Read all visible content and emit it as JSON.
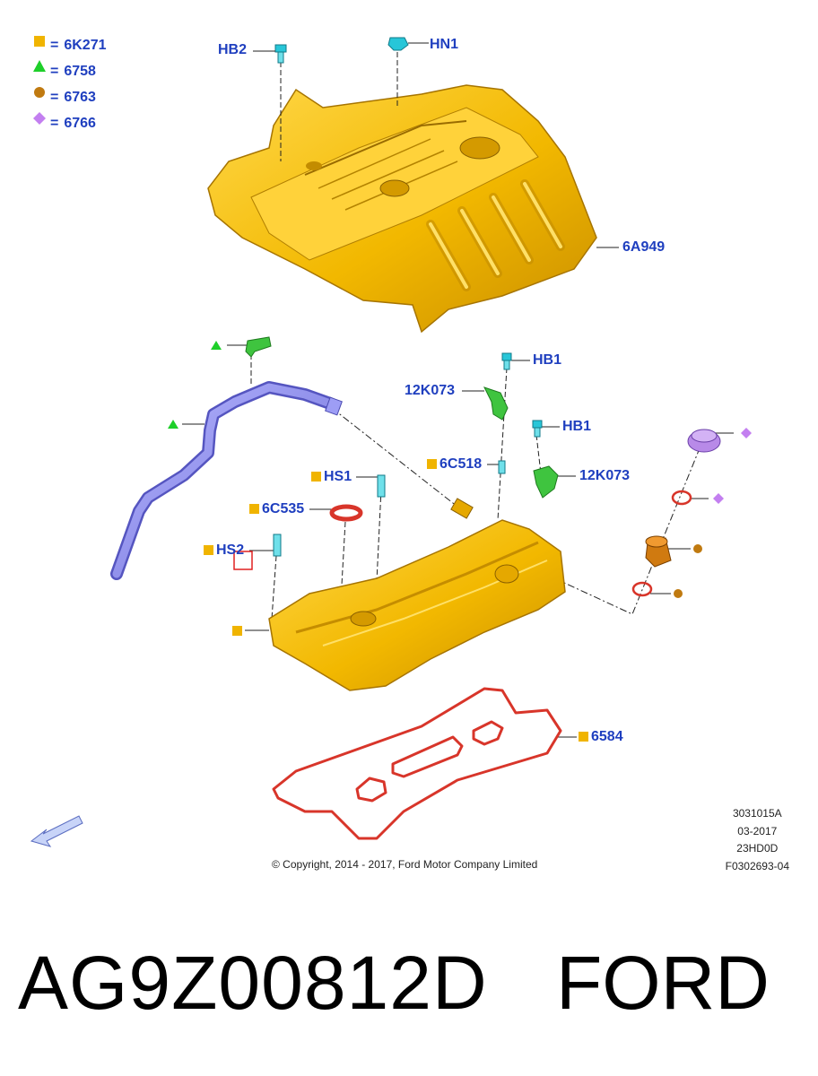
{
  "legend": [
    {
      "symbol": "square",
      "color": "#f0b400",
      "code": "6K271"
    },
    {
      "symbol": "triangle",
      "color": "#1ecf2a",
      "code": "6758"
    },
    {
      "symbol": "circle",
      "color": "#c07a10",
      "code": "6763"
    },
    {
      "symbol": "diamond",
      "color": "#c37ff0",
      "code": "6766"
    }
  ],
  "callouts": {
    "hb2": "HB2",
    "hn1": "HN1",
    "c6a949": "6A949",
    "hb1_top": "HB1",
    "c12k073_left": "12K073",
    "hb1_mid": "HB1",
    "c6c518": "6C518",
    "c12k073_right": "12K073",
    "hs1": "HS1",
    "c6c535": "6C535",
    "hs2": "HS2",
    "c6584": "6584"
  },
  "meta": {
    "line1": "3031015A",
    "line2": "03-2017",
    "line3": "23HD0D",
    "line4": "F0302693-04"
  },
  "copyright": "© Copyright, 2014 - 2017, Ford Motor Company Limited",
  "part_number": "AG9Z00812D",
  "brand": "FORD",
  "colors": {
    "label": "#1f3fbf",
    "engine_cover": "#f0b400",
    "valve_cover": "#f0b400",
    "hose": "#8e8ef0",
    "gasket": "#d8352a",
    "connector": "#3fc43f",
    "bolt": "#27c6d8"
  }
}
